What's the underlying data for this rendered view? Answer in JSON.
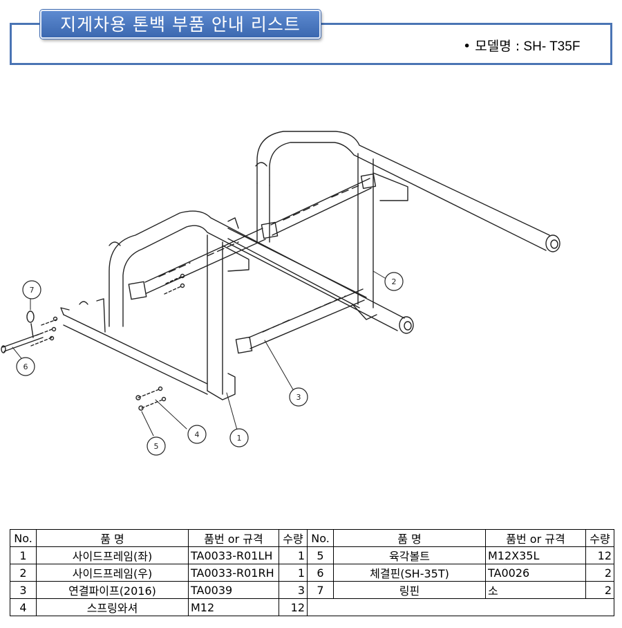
{
  "header": {
    "title": "지게차용 톤백 부품 안내 리스트",
    "model_bullet": "• 모델명 :",
    "model_value": "SH- T35F"
  },
  "callouts": [
    "1",
    "2",
    "3",
    "4",
    "5",
    "6",
    "7"
  ],
  "table": {
    "headers": {
      "no": "No.",
      "name": "품 명",
      "part": "품번 or 규격",
      "qty": "수량"
    },
    "left_rows": [
      {
        "no": "1",
        "name": "사이드프레임(좌)",
        "part": "TA0033-R01LH",
        "qty": "1"
      },
      {
        "no": "2",
        "name": "사이드프레임(우)",
        "part": "TA0033-R01RH",
        "qty": "1"
      },
      {
        "no": "3",
        "name": "연결파이프(2016)",
        "part": "TA0039",
        "qty": "3"
      },
      {
        "no": "4",
        "name": "스프링와셔",
        "part": "M12",
        "qty": "12"
      }
    ],
    "right_rows": [
      {
        "no": "5",
        "name": "육각볼트",
        "part": "M12X35L",
        "qty": "12"
      },
      {
        "no": "6",
        "name": "체결핀(SH-35T)",
        "part": "TA0026",
        "qty": "2"
      },
      {
        "no": "7",
        "name": "링핀",
        "part": "소",
        "qty": "2"
      }
    ]
  },
  "colors": {
    "frame_blue": "#4a74b4",
    "tab_blue": "#3b68b0"
  }
}
